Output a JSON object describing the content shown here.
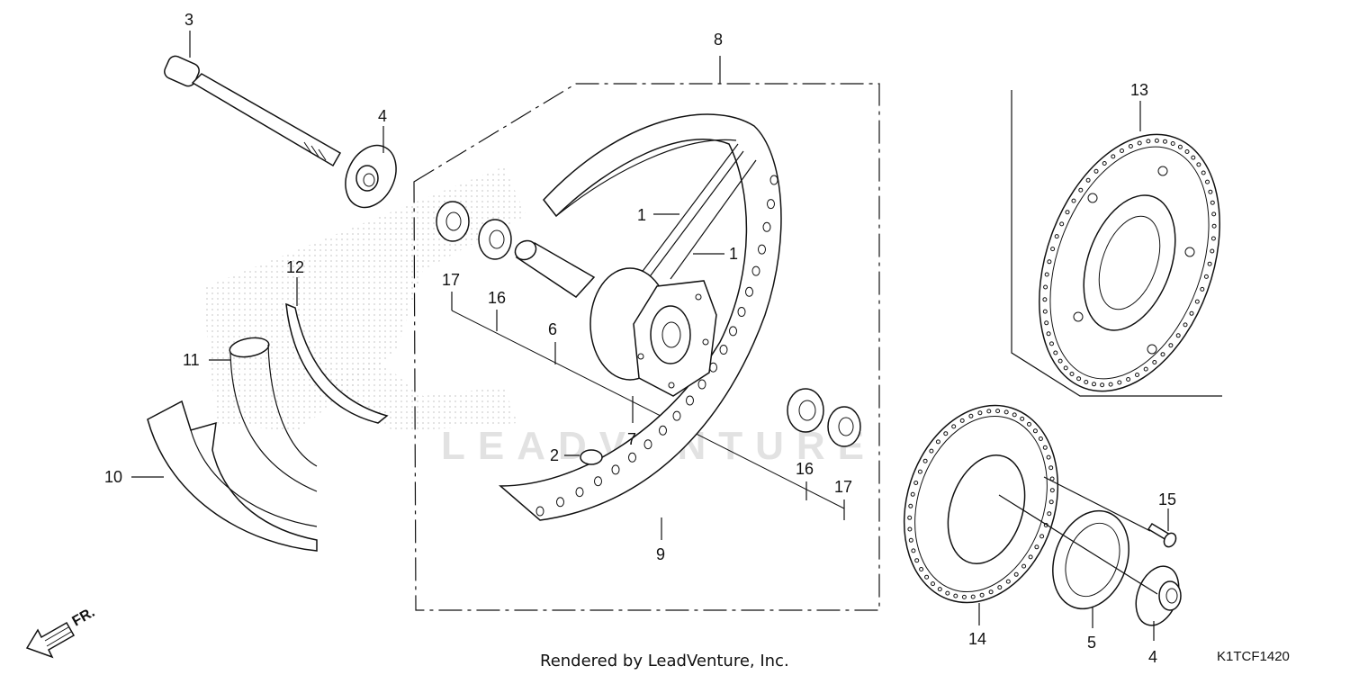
{
  "watermark": "LEADVENTURE",
  "footer": {
    "credit": "Rendered by LeadVenture, Inc.",
    "diagram_code": "K1TCF1420"
  },
  "direction_label": "FR.",
  "callouts": {
    "axle": "3",
    "axle_collar_top": "4",
    "axle_collar_bottom": "4",
    "wheel_assembly": "8",
    "spoke_a": "1",
    "spoke_b": "1",
    "bearing_left_outer": "17",
    "bearing_left_inner": "16",
    "distance_collar": "6",
    "hub": "7",
    "valve_cap": "2",
    "bearing_right_inner": "16",
    "bearing_right_outer": "17",
    "rim": "9",
    "rim_band": "12",
    "tube": "11",
    "tire": "10",
    "brake_disc_upper": "13",
    "brake_disc_lower": "14",
    "disc_bolt": "15",
    "pulser_ring": "5"
  },
  "colors": {
    "ink": "#111111",
    "watermark": "#e2e2e2",
    "background": "#ffffff"
  }
}
